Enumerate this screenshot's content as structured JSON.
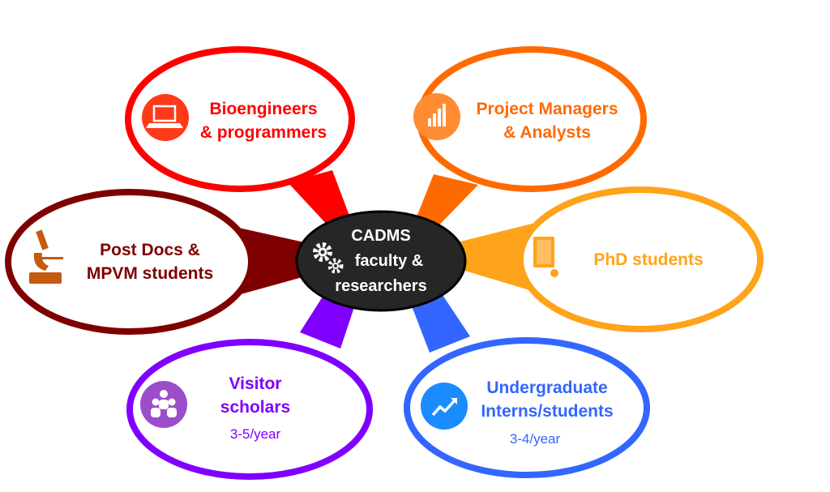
{
  "center": {
    "line1": "CADMS",
    "line2": "faculty &",
    "line3": "researchers",
    "icon": "gears-icon",
    "color": "#262626"
  },
  "nodes": [
    {
      "line1": "Bioengineers",
      "line2": "& programmers",
      "icon": "laptop-icon",
      "color": "#ff0000"
    },
    {
      "line1": "Project Managers",
      "line2": "& Analysts",
      "icon": "bar-chart-icon",
      "color": "#ff6a00"
    },
    {
      "line1": "PhD students",
      "icon": "book-icon",
      "color": "#ffa31a"
    },
    {
      "line1": "Post Docs &",
      "line2": "MPVM students",
      "icon": "microscope-icon",
      "color": "#7f0000"
    },
    {
      "line1": "Visitor",
      "line2": "scholars",
      "note": "3-5/year",
      "icon": "people-icon",
      "color": "#8000ff"
    },
    {
      "line1": "Undergraduate",
      "line2": "Interns/students",
      "note": "3-4/year",
      "icon": "trend-up-icon",
      "color": "#3366ff"
    }
  ]
}
